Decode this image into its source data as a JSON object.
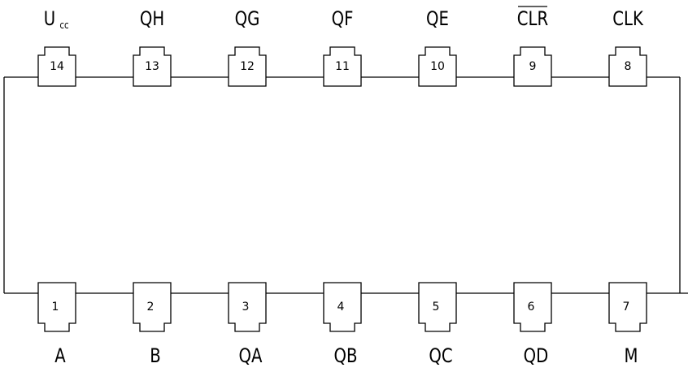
{
  "top_pins": [
    {
      "number": "14",
      "label": "U",
      "sub": "cc",
      "overline": false
    },
    {
      "number": "13",
      "label": "QH",
      "sub": "",
      "overline": false
    },
    {
      "number": "12",
      "label": "QG",
      "sub": "",
      "overline": false
    },
    {
      "number": "11",
      "label": "QF",
      "sub": "",
      "overline": false
    },
    {
      "number": "10",
      "label": "QE",
      "sub": "",
      "overline": false
    },
    {
      "number": "9",
      "label": "CLR",
      "sub": "",
      "overline": true
    },
    {
      "number": "8",
      "label": "CLK",
      "sub": "",
      "overline": false
    }
  ],
  "bottom_pins": [
    {
      "number": "1",
      "label": "A"
    },
    {
      "number": "2",
      "label": "B"
    },
    {
      "number": "3",
      "label": "QA"
    },
    {
      "number": "4",
      "label": "QB"
    },
    {
      "number": "5",
      "label": "QC"
    },
    {
      "number": "6",
      "label": "QD"
    },
    {
      "number": "7",
      "label": "M"
    }
  ]
}
